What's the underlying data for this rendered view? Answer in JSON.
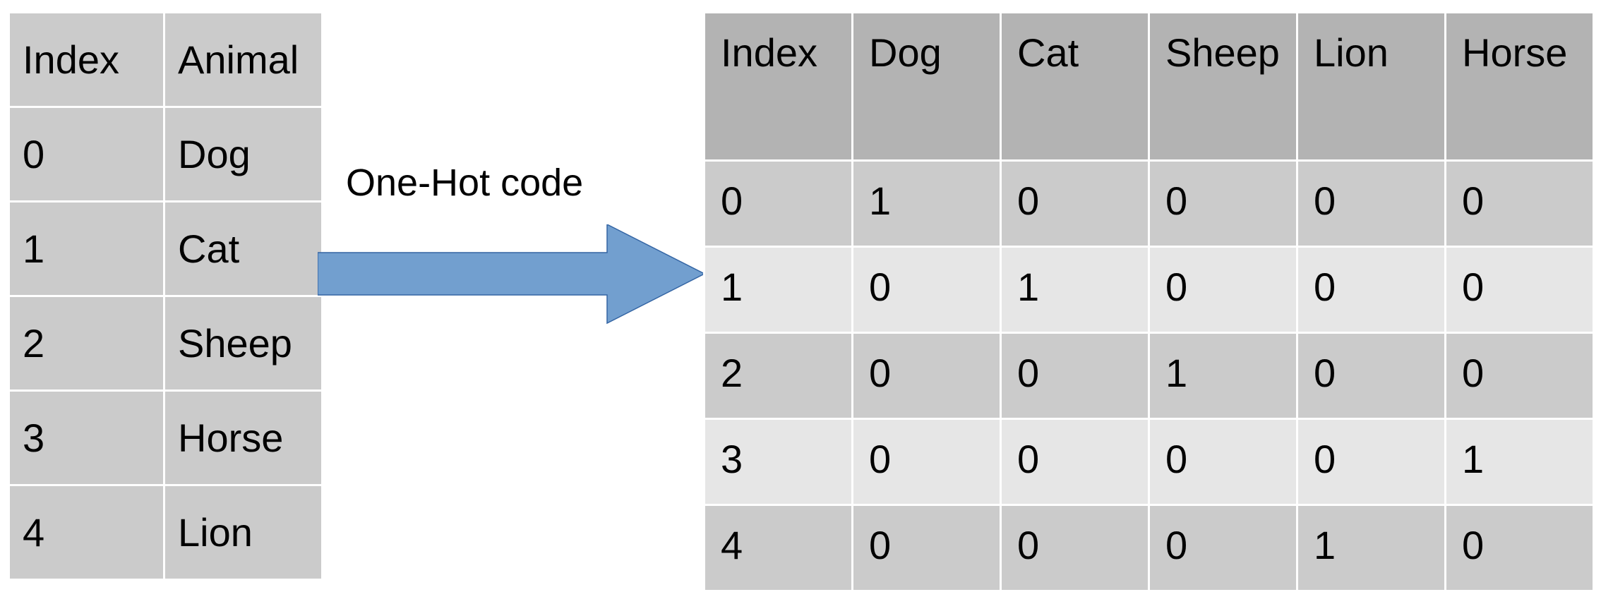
{
  "left_table": {
    "headers": [
      "Index",
      "Animal"
    ],
    "rows": [
      [
        "0",
        "Dog"
      ],
      [
        "1",
        "Cat"
      ],
      [
        "2",
        "Sheep"
      ],
      [
        "3",
        "Horse"
      ],
      [
        "4",
        "Lion"
      ]
    ]
  },
  "arrow": {
    "label": "One-Hot code",
    "color": "#729fcf",
    "stroke": "#3465a4"
  },
  "right_table": {
    "headers": [
      "Index",
      "Dog",
      "Cat",
      "Sheep",
      "Lion",
      "Horse"
    ],
    "rows": [
      [
        "0",
        "1",
        "0",
        "0",
        "0",
        "0"
      ],
      [
        "1",
        "0",
        "1",
        "0",
        "0",
        "0"
      ],
      [
        "2",
        "0",
        "0",
        "1",
        "0",
        "0"
      ],
      [
        "3",
        "0",
        "0",
        "0",
        "0",
        "1"
      ],
      [
        "4",
        "0",
        "0",
        "0",
        "1",
        "0"
      ]
    ]
  },
  "colors": {
    "left_cell": "#cbcbcb",
    "right_header": "#b3b3b3",
    "right_row_dark": "#cbcbcb",
    "right_row_light": "#e6e6e6"
  }
}
